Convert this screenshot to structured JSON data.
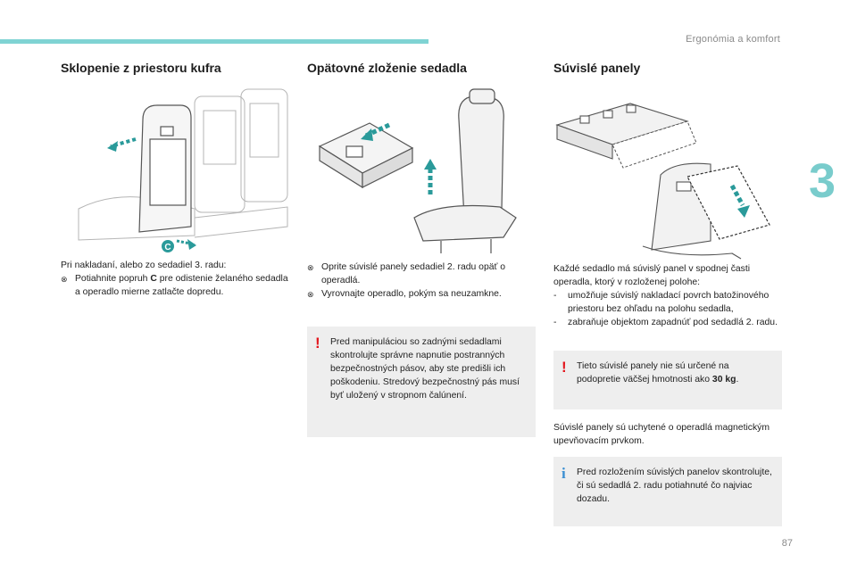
{
  "header": {
    "title": "Ergonómia a komfort"
  },
  "chapter_number": "3",
  "page_number": "87",
  "colors": {
    "accent": "#7fd3d3",
    "warning": "#e3161d",
    "info": "#3b8fd2",
    "box_bg": "#eeeeee"
  },
  "col1": {
    "title": "Sklopenie z priestoru kufra",
    "callout_letter": "C",
    "intro": "Pri nakladaní, alebo zo sedadiel 3. radu:",
    "bullet_marker": "⊗",
    "step_pre": "Potiahnite popruh ",
    "step_bold": "C",
    "step_post": " pre odistenie želaného sedadla a operadlo mierne zatlačte dopredu."
  },
  "col2": {
    "title": "Opätovné zloženie sedadla",
    "bullet_marker": "⊗",
    "steps": [
      "Oprite súvislé panely sedadiel 2. radu opäť o operadlá.",
      "Vyrovnajte operadlo, pokým sa neuzamkne."
    ],
    "warning_icon": "!",
    "warning": "Pred manipuláciou so zadnými sedadlami skontrolujte správne napnutie postranných bezpečnostných pásov, aby ste predišli ich poškodeniu. Stredový bezpečnostný pás musí byť uložený v stropnom čalúnení."
  },
  "col3": {
    "title": "Súvislé panely",
    "intro": "Každé sedadlo má súvislý panel v spodnej časti operadla, ktorý v rozloženej polohe:",
    "dash_marker": "-",
    "items": [
      "umožňuje súvislý nakladací povrch batožinového priestoru bez ohľadu na polohu sedadla,",
      "zabraňuje objektom zapadnúť pod sedadlá 2. radu."
    ],
    "warning_icon": "!",
    "warning_pre": "Tieto súvislé panely nie sú určené na podopretie väčšej hmotnosti ako ",
    "warning_bold": "30 kg",
    "warning_post": ".",
    "mid_text": "Súvislé panely sú uchytené o operadlá magnetickým upevňovacím prvkom.",
    "info_icon": "i",
    "info": "Pred rozložením súvislých panelov skontrolujte, či sú sedadlá 2. radu potiahnuté čo najviac dozadu."
  }
}
